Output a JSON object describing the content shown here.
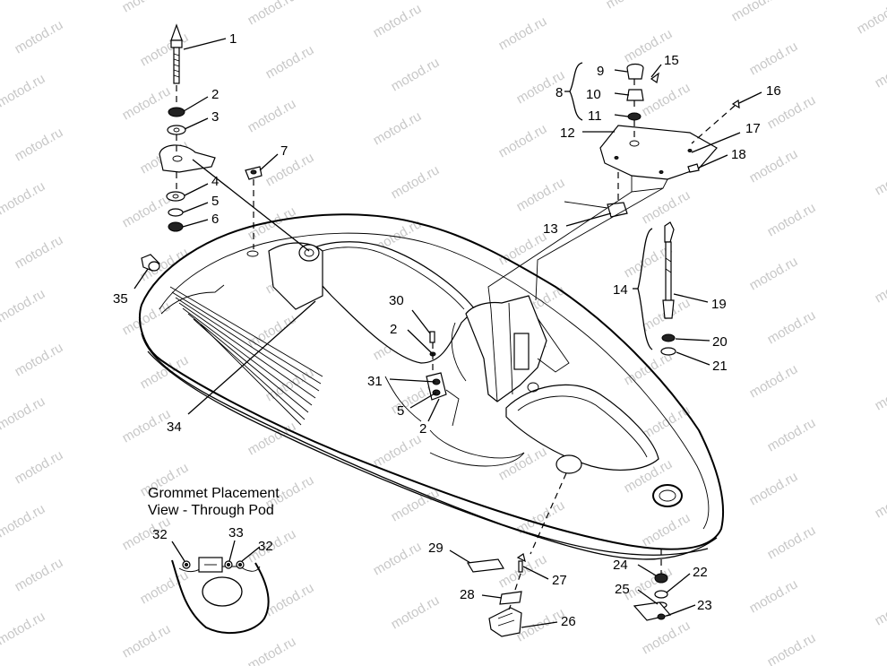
{
  "watermark": "motod.ru",
  "caption": {
    "line1": "Grommet Placement",
    "line2": "View - Through Pod"
  },
  "callouts": {
    "c1": "1",
    "c2a": "2",
    "c3": "3",
    "c4": "4",
    "c5a": "5",
    "c6": "6",
    "c7": "7",
    "c8": "8",
    "c9": "9",
    "c10": "10",
    "c11": "11",
    "c12": "12",
    "c13": "13",
    "c14": "14",
    "c15": "15",
    "c16": "16",
    "c17": "17",
    "c18": "18",
    "c19": "19",
    "c20": "20",
    "c21": "21",
    "c2b": "2",
    "c30": "30",
    "c31": "31",
    "c5b": "5",
    "c2c": "2",
    "c34": "34",
    "c35": "35",
    "c29": "29",
    "c27": "27",
    "c28": "28",
    "c26": "26",
    "c24": "24",
    "c22": "22",
    "c25": "25",
    "c23": "23",
    "c32a": "32",
    "c33": "33",
    "c32b": "32"
  }
}
